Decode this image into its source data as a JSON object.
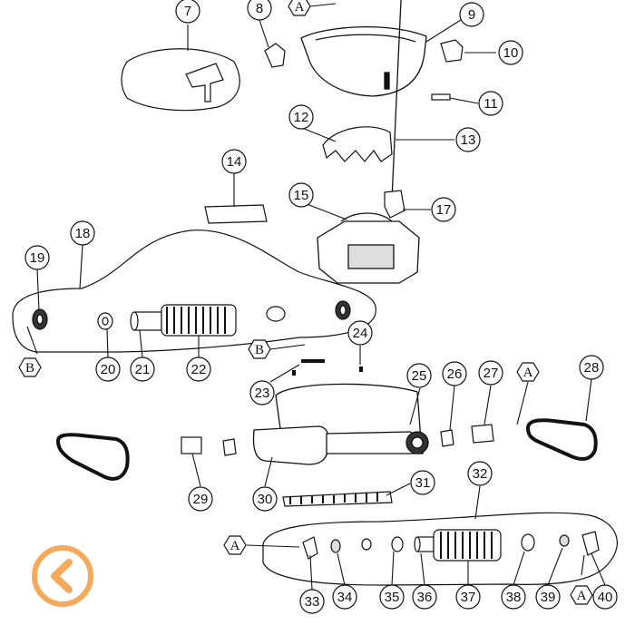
{
  "diagram": {
    "part_numbers": [
      "7",
      "8",
      "9",
      "10",
      "11",
      "12",
      "13",
      "14",
      "15",
      "17",
      "18",
      "19",
      "20",
      "21",
      "22",
      "23",
      "24",
      "25",
      "26",
      "27",
      "28",
      "29",
      "30",
      "31",
      "32",
      "33",
      "34",
      "35",
      "36",
      "37",
      "38",
      "39",
      "40"
    ],
    "reference_labels": [
      "A",
      "B",
      "B",
      "A",
      "A",
      "A"
    ]
  },
  "ui": {
    "back_icon": "chevron-left-icon",
    "accent_color": "#f5a04a"
  }
}
